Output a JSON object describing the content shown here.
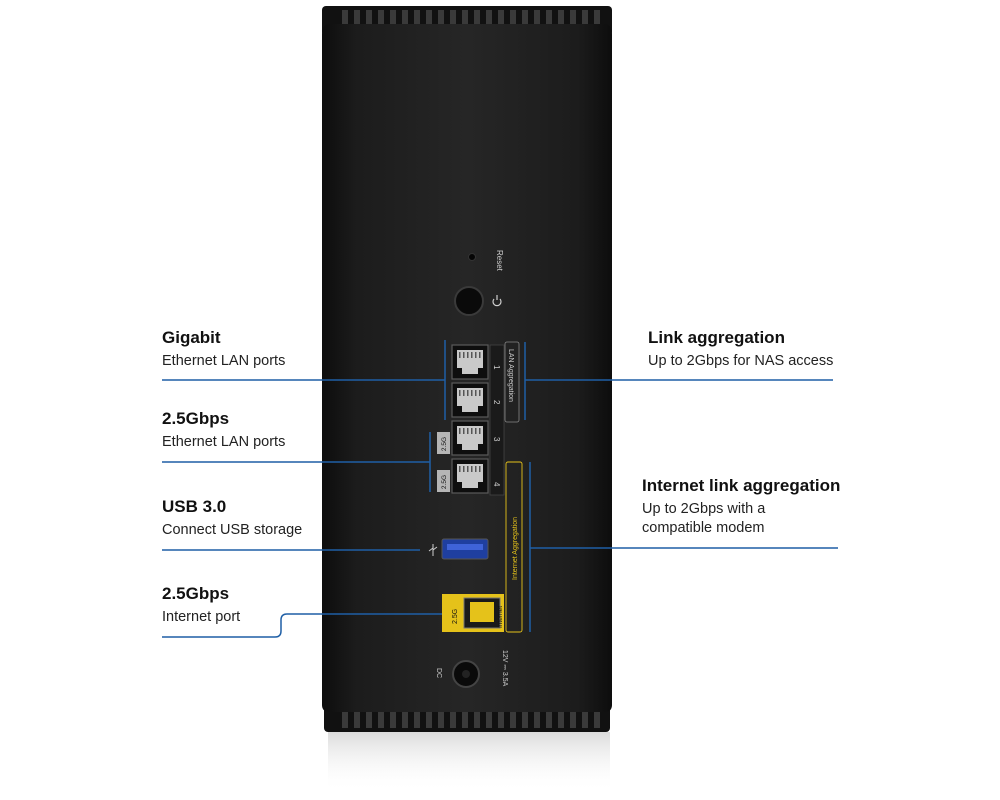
{
  "device": {
    "reset_label": "Reset",
    "dc_label": "DC",
    "power_rating": "12V ⎓ 3.5A",
    "lan_group_label": "LAN Aggregation",
    "internet_group_label": "Internet Aggregation",
    "port_numbers": [
      "1",
      "2",
      "3",
      "4"
    ],
    "port_speed_tag": "2.5G",
    "internet_port_speed": "2.5G",
    "internet_port_label": "Internet",
    "accent_color": "#1f5fa6",
    "internet_color": "#e5c21a"
  },
  "callouts": {
    "gigabit": {
      "title": "Gigabit",
      "desc": "Ethernet LAN ports"
    },
    "lan25": {
      "title": "2.5Gbps",
      "desc": "Ethernet LAN ports"
    },
    "usb": {
      "title": "USB 3.0",
      "desc": "Connect USB storage"
    },
    "internet": {
      "title": "2.5Gbps",
      "desc": "Internet port"
    },
    "link": {
      "title": "Link aggregation",
      "desc": "Up to 2Gbps for NAS access"
    },
    "inet_link": {
      "title": "Internet link aggregation",
      "desc_line1": "Up to 2Gbps with a",
      "desc_line2": "compatible modem"
    }
  }
}
